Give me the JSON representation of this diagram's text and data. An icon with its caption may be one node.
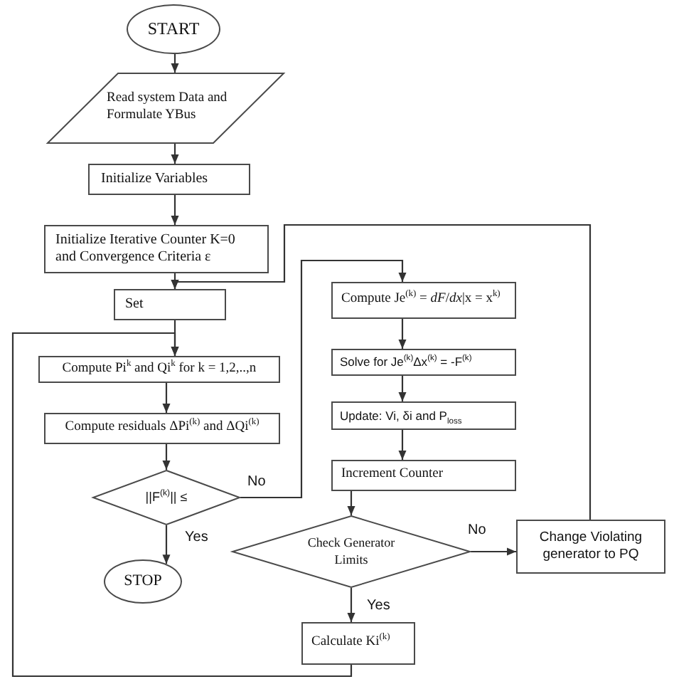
{
  "diagram": {
    "nodes": [
      {
        "text": [
          "START"
        ]
      },
      {
        "text": [
          "Read system Data and Formulate YBus"
        ]
      },
      {
        "text": [
          "Initialize Variables"
        ]
      },
      {
        "text": [
          "Initialize Iterative Counter K=0 and Convergence Criteria ε"
        ]
      },
      {
        "text": [
          "Set"
        ]
      },
      {
        "text": [
          "Compute Pi$^{k}$ and Qi$^{k}$ for k = 1,2,..,n"
        ]
      },
      {
        "text": [
          "Compute residuals ΔPi$^{(k)}$ and ΔQi$^{(k)}$"
        ]
      },
      {
        "text": [
          "||F$^{(k)}$|| ≤"
        ]
      },
      {
        "text": [
          "STOP"
        ]
      },
      {
        "text": [
          "Compute Je$^{(k)}$ = *dF*/*dx*|x = x$^{k)}$"
        ]
      },
      {
        "text": [
          "Solve for Je$^{(k)}$Δx$^{(k)}$ = -F$^{(k)}$"
        ]
      },
      {
        "text": [
          "Update: Vi, δi and P$_{loss}$"
        ]
      },
      {
        "text": [
          "Increment Counter"
        ]
      },
      {
        "text": [
          "Check Generator Limits"
        ]
      },
      {
        "text": [
          "Change Violating generator to PQ"
        ]
      },
      {
        "text": [
          "Calculate Ki$^{(k)}$"
        ]
      }
    ],
    "edges": [
      {
        "from": 0,
        "to": 1,
        "arrow": "to"
      },
      {
        "from": 1,
        "to": 2,
        "arrow": "to"
      },
      {
        "from": 2,
        "to": 3,
        "arrow": "to"
      },
      {
        "from": 3,
        "to": 4,
        "arrow": "to"
      },
      {
        "from": 4,
        "to": 5,
        "arrow": "to"
      },
      {
        "from": 5,
        "to": 6,
        "arrow": "to"
      },
      {
        "from": 6,
        "to": 7,
        "arrow": "to"
      },
      {
        "from": 7,
        "to": 8,
        "arrow": "to",
        "label": "Yes"
      },
      {
        "from": 7,
        "to": 9,
        "arrow": "to",
        "label": "No"
      },
      {
        "from": 9,
        "to": 10,
        "arrow": "to"
      },
      {
        "from": 10,
        "to": 11,
        "arrow": "to"
      },
      {
        "from": 11,
        "to": 12,
        "arrow": "to"
      },
      {
        "from": 12,
        "to": 13,
        "arrow": "to"
      },
      {
        "from": 13,
        "to": 14,
        "arrow": "to",
        "label": "No"
      },
      {
        "from": 13,
        "to": 15,
        "arrow": "to",
        "label": "Yes"
      },
      {
        "from": 14,
        "to": 4,
        "arrow": "to"
      },
      {
        "from": 15,
        "to": 5,
        "arrow": "to"
      }
    ]
  }
}
